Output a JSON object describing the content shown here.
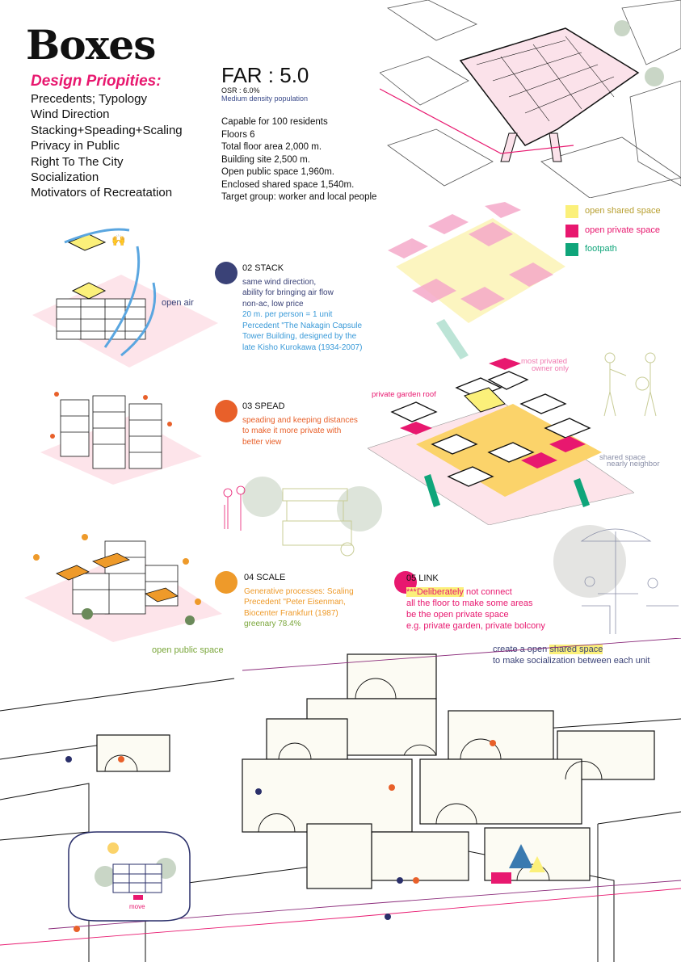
{
  "title": "Boxes",
  "design_priorities": {
    "heading": "Design Priopities:",
    "items": [
      "Precedents;  Typology",
      "Wind Direction",
      "Stacking+Speading+Scaling",
      "Privacy in Public",
      "Right To The City",
      "Socialization",
      "Motivators of Recreatation"
    ]
  },
  "far": {
    "value": "FAR : 5.0",
    "osr": "OSR : 6.0%",
    "density": "Medium density population"
  },
  "stats": [
    "Capable for 100 residents",
    "Floors 6",
    "Total floor area 2,000 m.",
    "Building site 2,500 m.",
    "Open public space  1,960m.",
    "Enclosed shared space  1,540m.",
    "Target group: worker and local people"
  ],
  "legend": [
    {
      "label": "open shared space",
      "color": "#fbf07a",
      "text_color": "#b8a032"
    },
    {
      "label": "open private space",
      "color": "#e8186f",
      "text_color": "#e8186f"
    },
    {
      "label": "footpath",
      "color": "#0fa57a",
      "text_color": "#0fa57a"
    }
  ],
  "steps": {
    "stack": {
      "heading": "02 STACK",
      "color": "#3a4277",
      "lines_dark": [
        "same wind direction,",
        "ability for bringing air flow",
        "non-ac, low price"
      ],
      "lines_blue": [
        "20 m. per person = 1 unit",
        "Percedent \"The Nakagin Capsule",
        "Tower Building, designed by the",
        "late Kisho Kurokawa (1934-2007)"
      ]
    },
    "spead": {
      "heading": "03 SPEAD",
      "color": "#e8602a",
      "lines": [
        "speading and keeping distances",
        "to make it more private with",
        "better view"
      ]
    },
    "scale": {
      "heading": "04 SCALE",
      "color": "#ee9a2a",
      "lines": [
        "Generative processes: Scaling",
        "Precedent \"Peter Eisenman,",
        "Biocenter Frankfurt (1987)"
      ],
      "greenary": "greenary 78.4%"
    },
    "link": {
      "heading": "05 LINK",
      "color": "#e8186f",
      "highlight": "***Deliberately",
      "line1_rest": " not connect",
      "lines": [
        "all the floor to make some areas",
        "be the open private space",
        "e.g. private garden, private bolcony"
      ]
    }
  },
  "shared_note": {
    "pre": "create a open ",
    "highlight": "shared space",
    "line2": "to make socialization between each unit"
  },
  "labels": {
    "open_air": "open air",
    "private_garden_roof": "private garden roof",
    "most_privated": "most privated",
    "owner_only": "owner only",
    "shared_space": "shared space",
    "nearly_neighbor": "nearly neighbor",
    "open_public_space": "open public space",
    "move": "move"
  }
}
